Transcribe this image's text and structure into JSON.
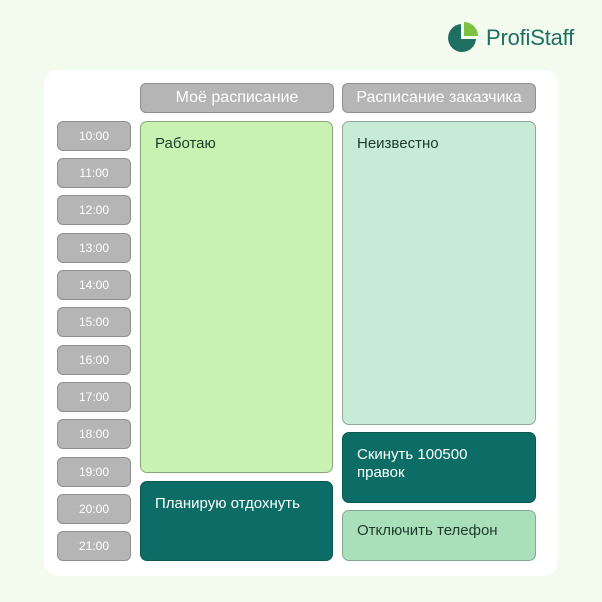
{
  "brand": {
    "name": "ProfiStaff",
    "colors": {
      "brand_teal": "#1f6e62",
      "brand_green": "#7dc142"
    }
  },
  "columns": {
    "mine": "Моё расписание",
    "client": "Расписание заказчика"
  },
  "times": [
    "10:00",
    "11:00",
    "12:00",
    "13:00",
    "14:00",
    "15:00",
    "16:00",
    "17:00",
    "18:00",
    "19:00",
    "20:00",
    "21:00"
  ],
  "my_schedule": [
    {
      "label": "Работаю",
      "color": "#c9f2b2"
    },
    {
      "label": "Планирую отдохнуть",
      "color": "#0c6d66"
    }
  ],
  "client_schedule": [
    {
      "label": "Неизвестно",
      "color": "#c8ebd7"
    },
    {
      "label": "Скинуть 100500 правок",
      "color": "#0c6d66"
    },
    {
      "label": "Отключить телефон",
      "color": "#a9e0ba"
    }
  ]
}
